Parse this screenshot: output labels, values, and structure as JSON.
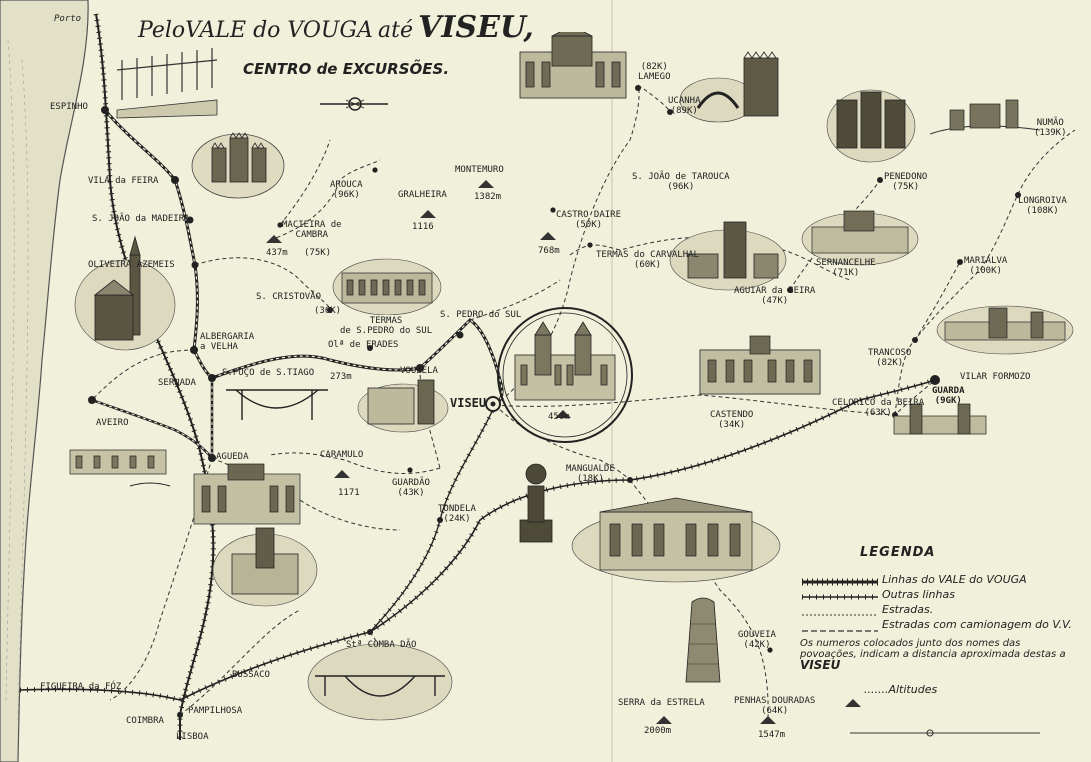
{
  "title": {
    "line1_a": "Pelo",
    "line1_b": "VALE do VOUGA",
    "line1_c": "até",
    "line1_d": "VISEU,",
    "subtitle": "CENTRO de EXCURSÕES."
  },
  "places": {
    "porto": "Porto",
    "espinho": "ESPINHO",
    "vila_feira": "VILA da FEIRA",
    "sjoao_madeira": "S. JOÃO da MADEIRA",
    "oliveira": "OLIVEIRA AZEMEIS",
    "arouca": "AROUCA\n(96K)",
    "gralheira": "GRALHEIRA",
    "gralheira_alt": "1116",
    "montemuro": "MONTEMURO",
    "montemuro_alt": "1382m",
    "macieira": "MACIEIRA de\nCAMBRA",
    "macieira_alt": "437m",
    "macieira_dist": "(75K)",
    "scristovao": "S. CRISTOVÃO",
    "scristovao_dist": "(36K)",
    "termas_sp": "TERMAS\nde S.PEDRO do SUL",
    "sp_sul": "S. PEDRO do SUL",
    "frades": "Olª de FRADES",
    "frades_alt": "273m",
    "albergaria": "ALBERGARIA\na VELHA",
    "poco": "S.POÇO de S.TIAGO",
    "sernada": "SERNADA",
    "vouzela": "VOUZELA",
    "viseu": "VISEU",
    "viseu_alt": "450m",
    "aveiro": "AVEIRO",
    "agueda": "AGUEDA",
    "caramulo": "CARAMULO",
    "caramulo_alt": "1171",
    "guardao": "GUARDÃO\n(43K)",
    "tondela": "TONDELA\n(24K)",
    "mangualde": "MANGUALDE\n(18K)",
    "castendo": "CASTENDO\n(34K)",
    "celorico": "CELORICO da BEIRA\n(63K)",
    "guarda": "GUARDA\n(9GK)",
    "vilar": "VILAR FORMOZO",
    "trancoso": "TRANCOSO\n(82K)",
    "marialva": "MARIALVA\n(100K)",
    "longroiva": "LONGROIVA\n(108K)",
    "numao": "NUMÃO\n(139K)",
    "penedono": "PENEDONO\n(75K)",
    "sernancelhe": "SERNANCELHE\n(71K)",
    "aguiar": "AGUIAR da BEIRA\n(47K)",
    "lamego": "(82K)\nLAMEGO",
    "ucanha": "UCANHA\n(89K)",
    "sjoao_tarouca": "S. JOÃO de TAROUCA\n(96K)",
    "castro_daire": "CASTRO DAIRE\n(50K)",
    "castro_alt": "768m",
    "termas_carvalhal": "TERMAS do CARVALHAL\n(60K)",
    "gouveia": "GOUVEIA\n(42K)",
    "serra_estrela": "SERRA da ESTRELA",
    "estrela_alt": "2000m",
    "penhas": "PENHAS DOURADAS\n(64K)",
    "penhas_alt": "1547m",
    "sta_comba": "Stª COMBA DÃO",
    "bussaco": "BUSSACO",
    "pampilhosa": "PAMPILHOSA",
    "coimbra": "COIMBRA",
    "lisboa": "LISBOA",
    "figueira": "FIGUEIRA da FÓZ"
  },
  "legend": {
    "heading": "LEGENDA",
    "row1": "Linhas do VALE do VOUGA",
    "row2": "Outras linhas",
    "row3": "Estradas.",
    "row4": "Estradas com camionagem do V.V.",
    "note": "Os numeros colocados junto dos nomes das povoações, indicam a distancia aproximada destas a",
    "note_place": "VISEU",
    "altitudes": ".......Altitudes"
  },
  "colors": {
    "paper": "#f1f0da",
    "ink": "#222222"
  }
}
